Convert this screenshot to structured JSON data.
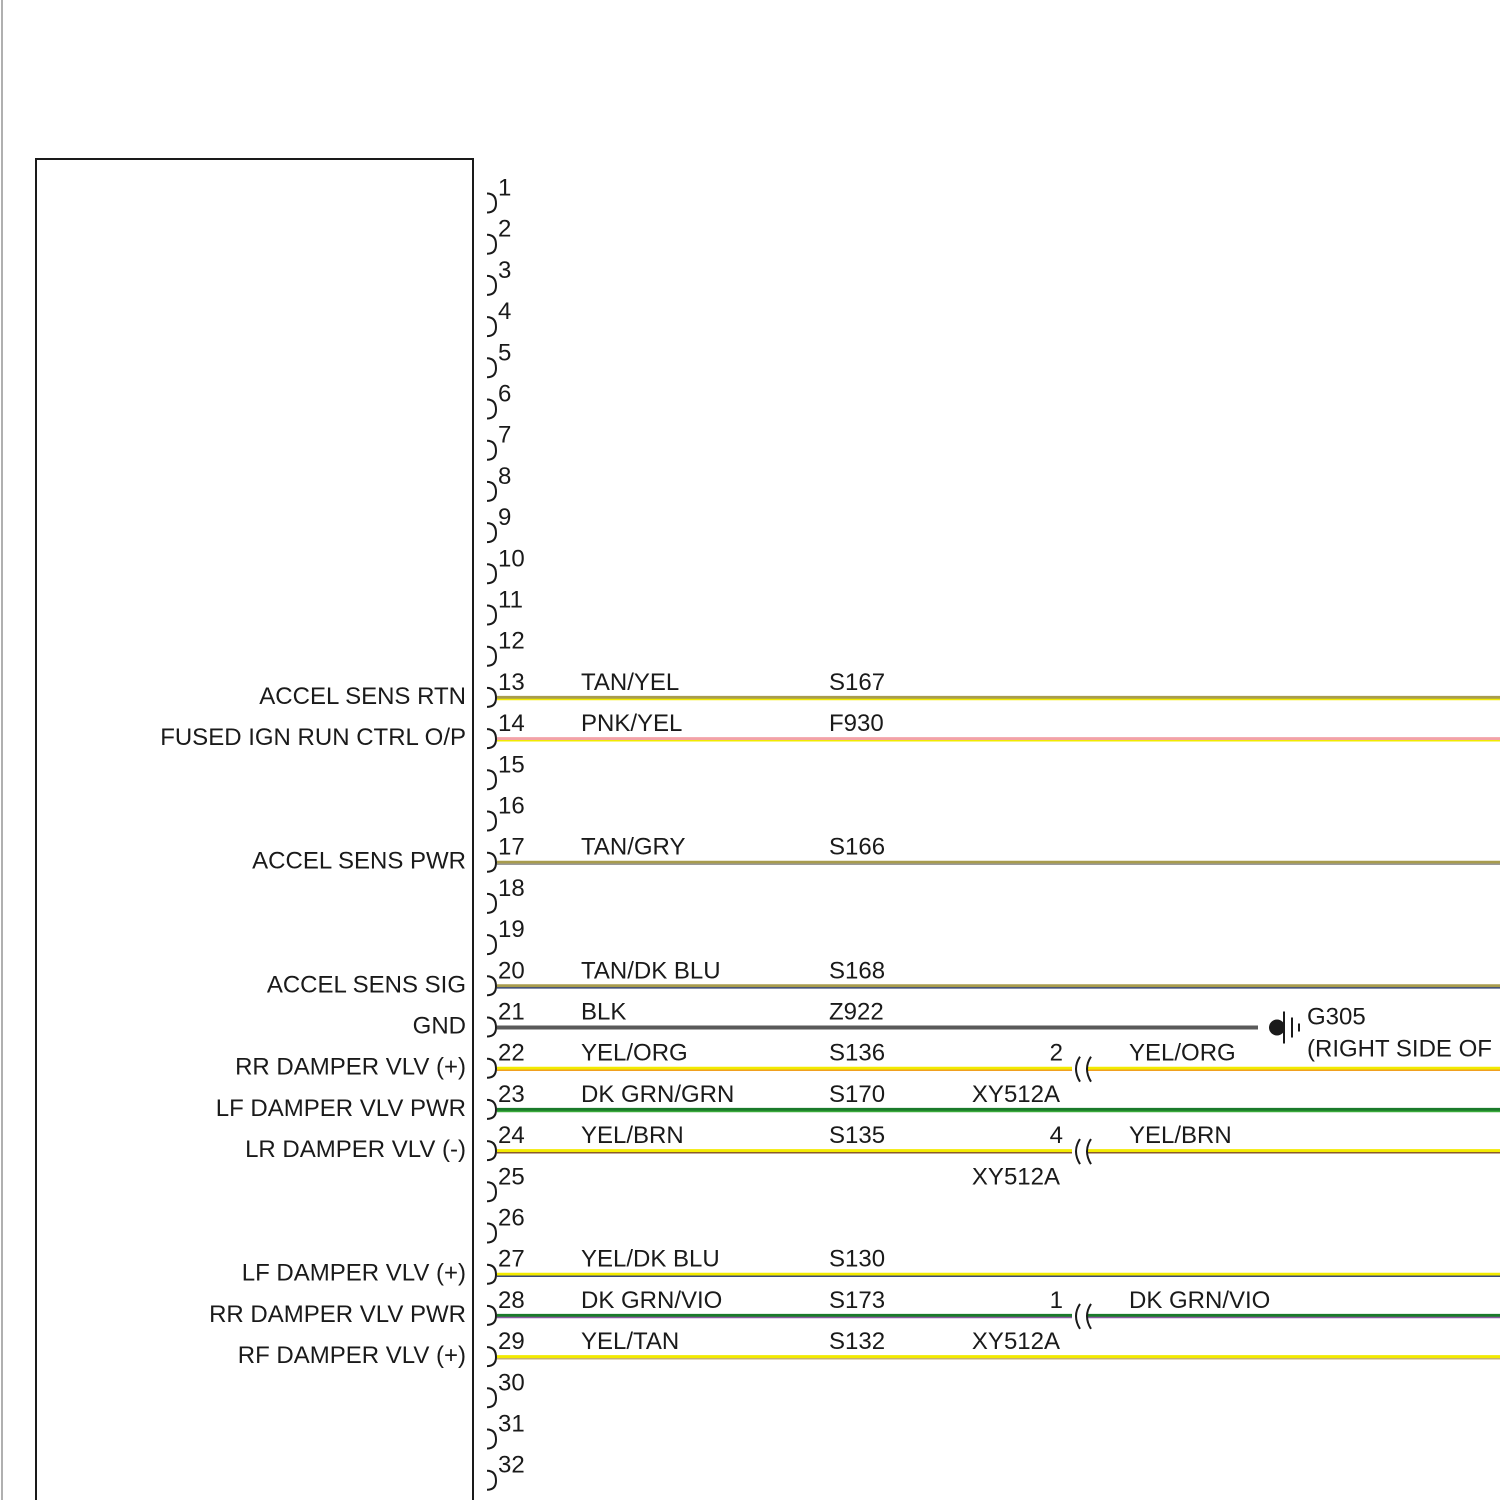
{
  "pins": [
    {
      "num": "1"
    },
    {
      "num": "2"
    },
    {
      "num": "3"
    },
    {
      "num": "4"
    },
    {
      "num": "5"
    },
    {
      "num": "6"
    },
    {
      "num": "7"
    },
    {
      "num": "8"
    },
    {
      "num": "9"
    },
    {
      "num": "10"
    },
    {
      "num": "11"
    },
    {
      "num": "12"
    },
    {
      "num": "13",
      "function": "ACCEL SENS RTN",
      "color": "TAN/YEL",
      "circuit": "S167",
      "stroke": "#a89c4e",
      "stripe": "#f2ea00"
    },
    {
      "num": "14",
      "function": "FUSED IGN RUN CTRL O/P",
      "color": "PNK/YEL",
      "circuit": "F930",
      "stroke": "#f2a2a8",
      "stripe": "#f2ea00"
    },
    {
      "num": "15"
    },
    {
      "num": "16"
    },
    {
      "num": "17",
      "function": "ACCEL SENS PWR",
      "color": "TAN/GRY",
      "circuit": "S166",
      "stroke": "#a89c4e",
      "stripe": "#9a9a9a"
    },
    {
      "num": "18"
    },
    {
      "num": "19"
    },
    {
      "num": "20",
      "function": "ACCEL SENS SIG",
      "color": "TAN/DK BLU",
      "circuit": "S168",
      "stroke": "#a89c4e",
      "stripe": "#3a4a7a"
    },
    {
      "num": "21",
      "function": "GND",
      "color": "BLK",
      "circuit": "Z922",
      "stroke": "#5a5a5a",
      "ground": "G305",
      "ground_note": "(RIGHT SIDE OF"
    },
    {
      "num": "22",
      "function": "RR DAMPER VLV (+)",
      "color": "YEL/ORG",
      "circuit": "S136",
      "stroke": "#f2ea00",
      "stripe": "#f0a020",
      "conn_pin": "2",
      "conn_color": "YEL/ORG"
    },
    {
      "num": "23",
      "function": "LF DAMPER VLV PWR",
      "color": "DK GRN/GRN",
      "circuit": "S170",
      "stroke": "#1a7a2a",
      "stripe": "#3aaa3a",
      "conn_label": "XY512A"
    },
    {
      "num": "24",
      "function": "LR DAMPER VLV (-)",
      "color": "YEL/BRN",
      "circuit": "S135",
      "stroke": "#f2ea00",
      "stripe": "#8a5a2a",
      "conn_pin": "4",
      "conn_color": "YEL/BRN"
    },
    {
      "num": "25",
      "conn_label": "XY512A"
    },
    {
      "num": "26"
    },
    {
      "num": "27",
      "function": "LF DAMPER VLV (+)",
      "color": "YEL/DK BLU",
      "circuit": "S130",
      "stroke": "#f2ea00",
      "stripe": "#3a4a7a"
    },
    {
      "num": "28",
      "function": "RR DAMPER VLV PWR",
      "color": "DK GRN/VIO",
      "circuit": "S173",
      "stroke": "#1a7a2a",
      "stripe": "#8a5aa0",
      "conn_pin": "1",
      "conn_color": "DK GRN/VIO"
    },
    {
      "num": "29",
      "function": "RF DAMPER VLV (+)",
      "color": "YEL/TAN",
      "circuit": "S132",
      "stroke": "#f2ea00",
      "stripe": "#c8b070",
      "conn_label": "XY512A"
    },
    {
      "num": "30"
    },
    {
      "num": "31"
    },
    {
      "num": "32"
    }
  ]
}
